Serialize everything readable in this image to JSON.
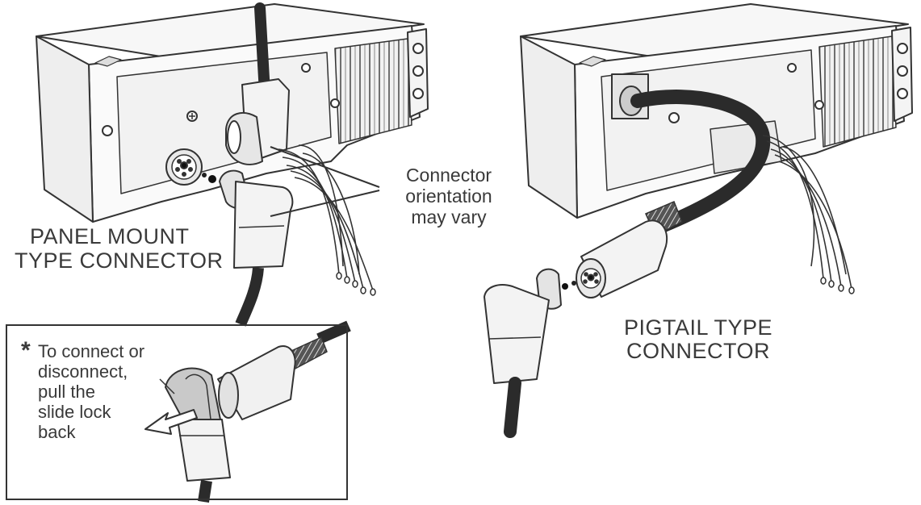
{
  "labels": {
    "panel_mount_line1": "PANEL MOUNT",
    "panel_mount_line2": "TYPE CONNECTOR",
    "orientation_line1": "Connector",
    "orientation_line2": "orientation",
    "orientation_line3": "may vary",
    "pigtail_line1": "PIGTAIL TYPE",
    "pigtail_line2": "CONNECTOR"
  },
  "inset_note": {
    "asterisk": "*",
    "line1": "To connect or",
    "line2": "disconnect,",
    "line3": "pull the",
    "line4": "slide lock",
    "line5": "back"
  },
  "colors": {
    "line": "#333333",
    "cable": "#2b2b2b",
    "fill_light": "#f4f4f4",
    "fill_mid": "#d8d8d8",
    "slide_lock": "#c9c9c9"
  }
}
